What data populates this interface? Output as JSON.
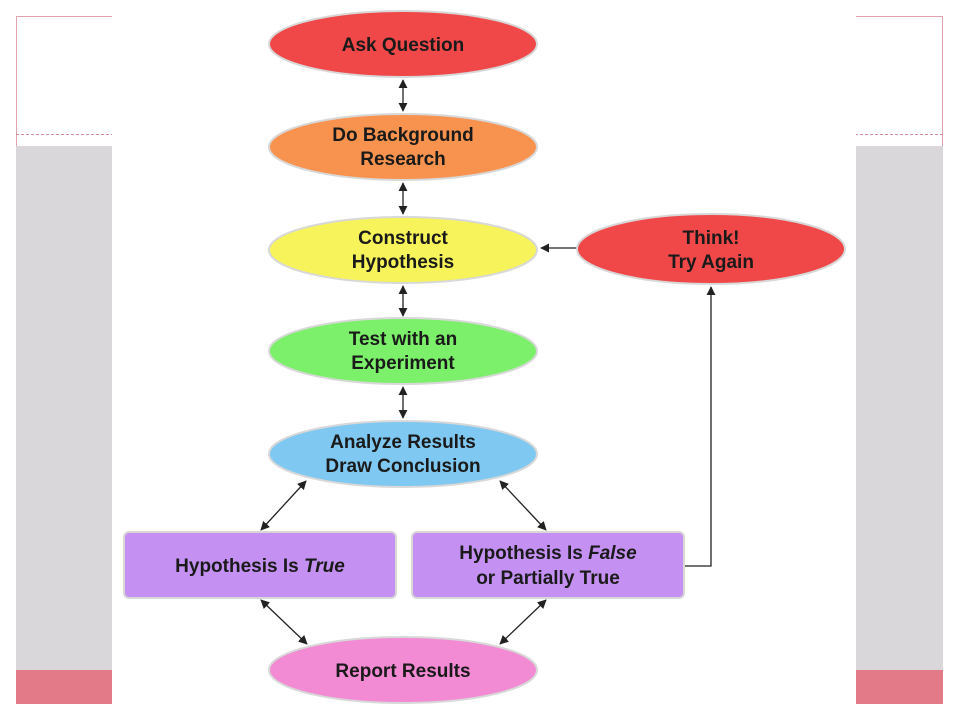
{
  "diagram": {
    "ask": "Ask Question",
    "background": [
      "Do Background",
      "Research"
    ],
    "construct": [
      "Construct",
      "Hypothesis"
    ],
    "test": [
      "Test with an",
      "Experiment"
    ],
    "analyze": [
      "Analyze Results",
      "Draw Conclusion"
    ],
    "think": [
      "Think!",
      "Try Again"
    ],
    "true_box": {
      "prefix": "Hypothesis Is ",
      "emph": "True"
    },
    "false_box": {
      "prefix": "Hypothesis Is ",
      "emph": "False",
      "line2": "or Partially True"
    },
    "report": "Report Results"
  },
  "colors": {
    "ask": "#f04848",
    "background": "#f7924f",
    "construct": "#f7f35a",
    "test": "#7cf06a",
    "analyze": "#7fc8f2",
    "think": "#f04848",
    "hypothesis_box": "#c491f2",
    "report": "#f28ad4",
    "slide_band": "#d9d7d9",
    "slide_footer": "#e27a87"
  }
}
